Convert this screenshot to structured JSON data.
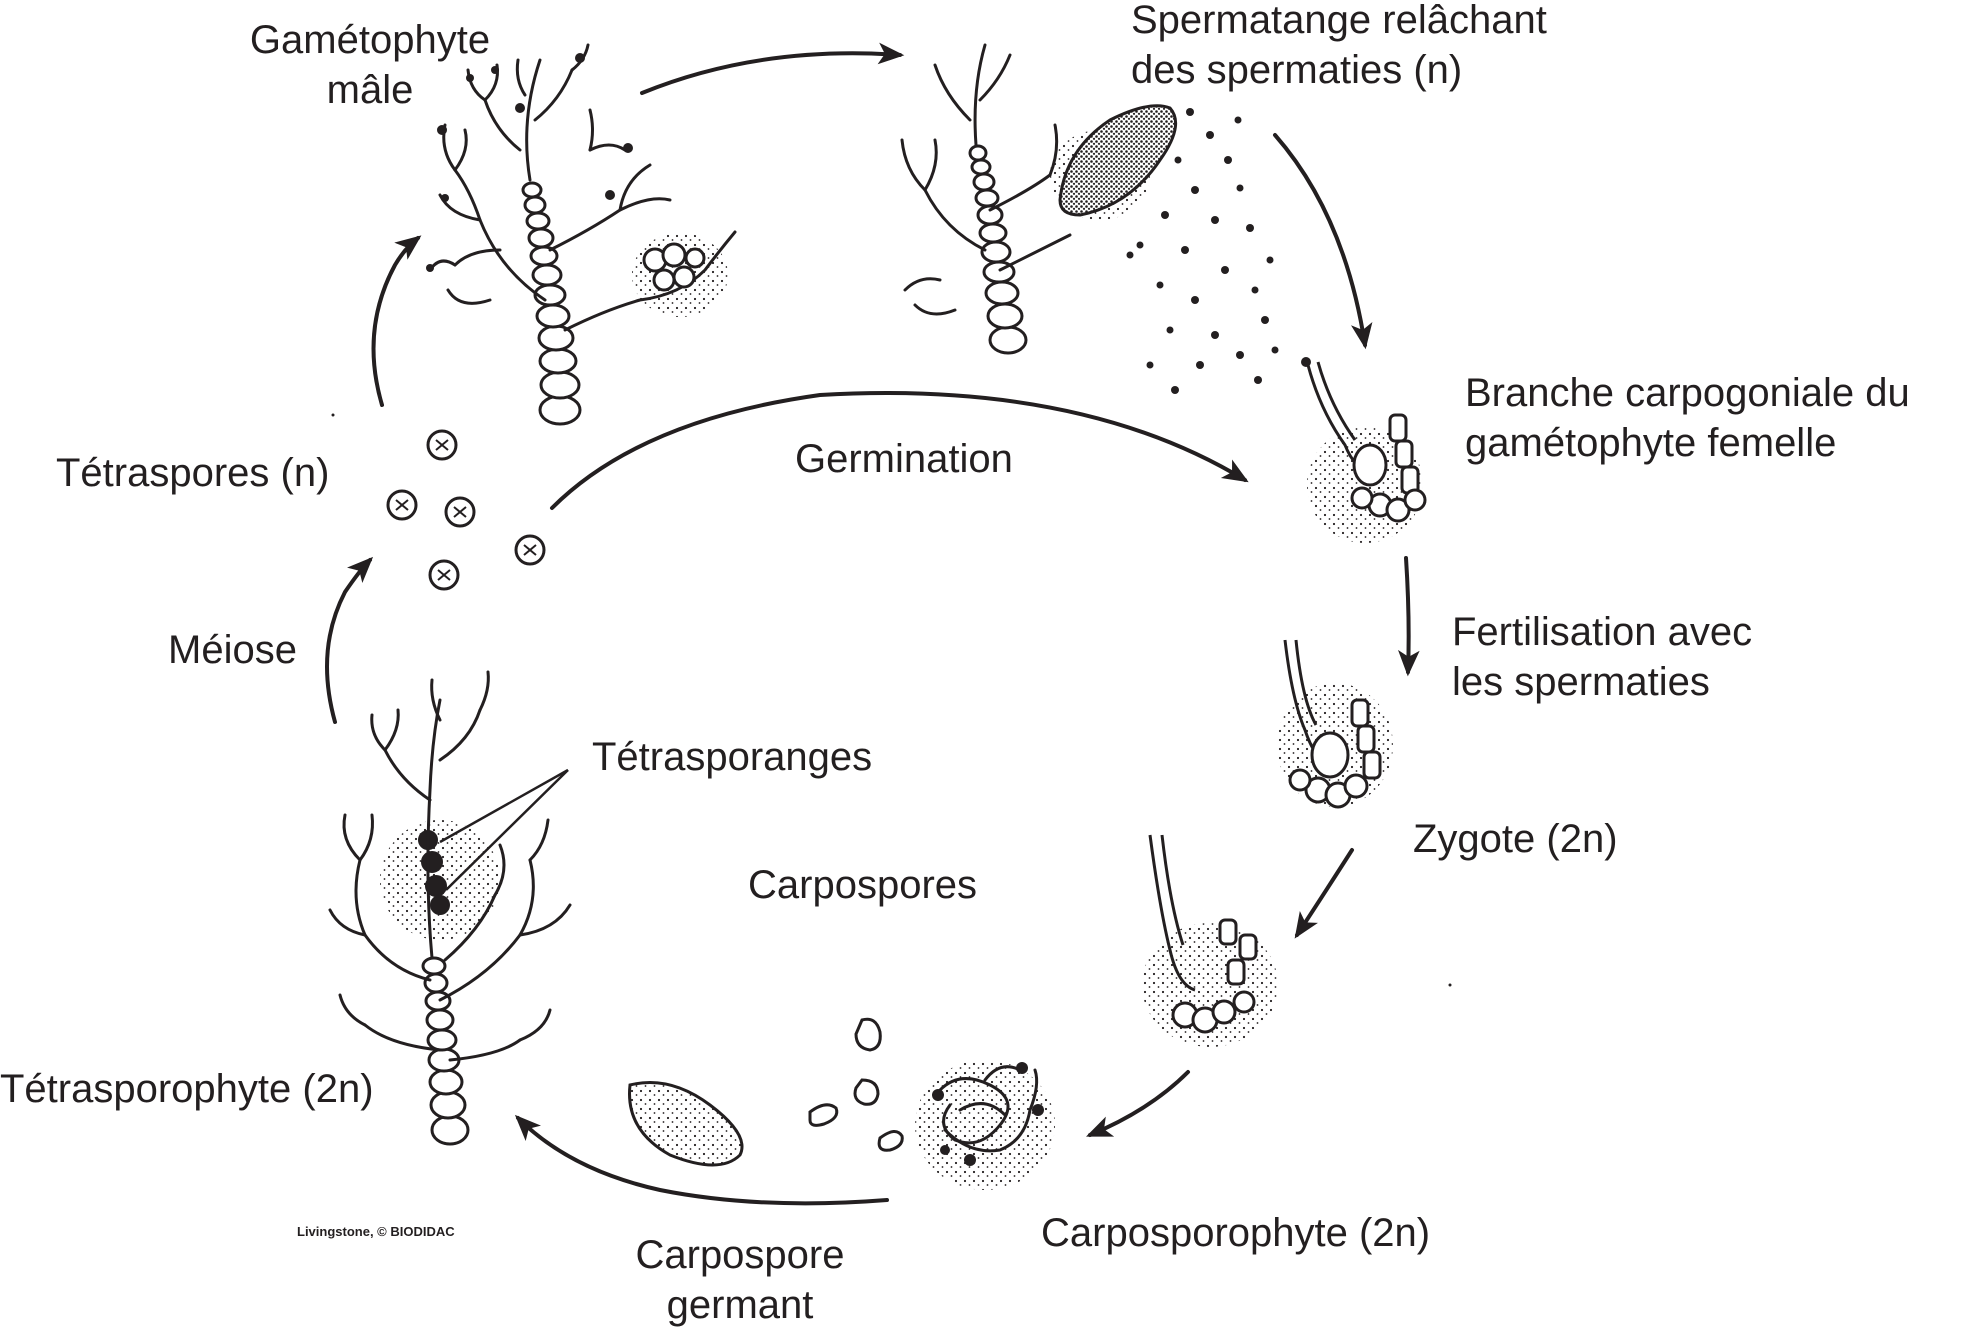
{
  "labels": {
    "male_gametophyte": [
      "Gamétophyte",
      "mâle"
    ],
    "spermatangium": [
      "Spermatange relâchant",
      "des spermaties (n)"
    ],
    "carpogonial_branch": [
      "Branche carpogoniale du",
      "gamétophyte femelle"
    ],
    "germination": "Germination",
    "tetraspores": "Tétraspores (n)",
    "fertilisation": [
      "Fertilisation avec",
      "les spermaties"
    ],
    "meiosis": "Méiose",
    "tetrasporangia": "Tétrasporanges",
    "zygote": "Zygote (2n)",
    "carpospores": "Carpospores",
    "tetrasporophyte": "Tétrasporophyte (2n)",
    "carposporophyte": "Carposporophyte (2n)",
    "credit": "Livingstone, © BIODIDAC",
    "germinating_carpospore": [
      "Carpospore",
      "germant"
    ]
  },
  "colors": {
    "ink": "#231f20",
    "background": "#ffffff"
  },
  "icons": [
    "male-gametophyte-thallus",
    "spermatangium-release",
    "carpogonial-branch",
    "fertilised-carpogonium",
    "zygote",
    "carposporophyte",
    "carpospore",
    "tetraspore",
    "tetrasporophyte-thallus"
  ]
}
